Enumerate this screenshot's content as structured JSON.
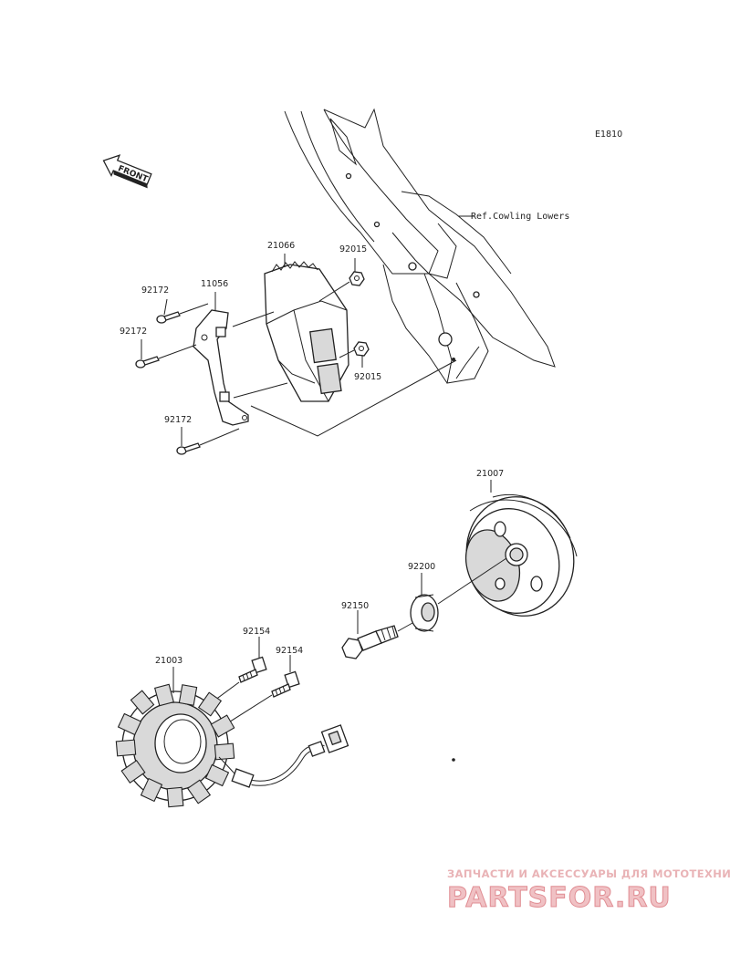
{
  "diagram_code": "E1810",
  "front_arrow_label": "FRONT",
  "reference_label": "Ref.Cowling Lowers",
  "parts": {
    "p21066": "21066",
    "p92015_top": "92015",
    "p92015_bottom": "92015",
    "p11056": "11056",
    "p92172_a": "92172",
    "p92172_b": "92172",
    "p92172_c": "92172",
    "p21007": "21007",
    "p92200": "92200",
    "p92150": "92150",
    "p92154_a": "92154",
    "p92154_b": "92154",
    "p21003": "21003"
  },
  "watermark": {
    "tagline": "ЗАПЧАСТИ И АКСЕССУАРЫ ДЛЯ МОТОТЕХНИКИ",
    "brand": "PARTSFOR.RU"
  }
}
